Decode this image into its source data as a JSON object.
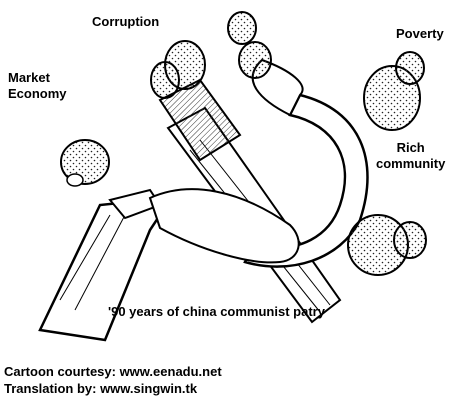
{
  "labels": {
    "corruption": "Corruption",
    "market_economy_line1": "Market",
    "market_economy_line2": "Economy",
    "poverty": "Poverty",
    "rich_line1": "Rich",
    "rich_line2": "community",
    "caption": "'90 years of china communist patry"
  },
  "credits": {
    "cartoon": "Cartoon courtesy: www.eenadu.net",
    "translation": "Translation by: www.singwin.tk"
  },
  "colors": {
    "ink": "#000000",
    "paper": "#ffffff",
    "hatch": "#333333"
  }
}
